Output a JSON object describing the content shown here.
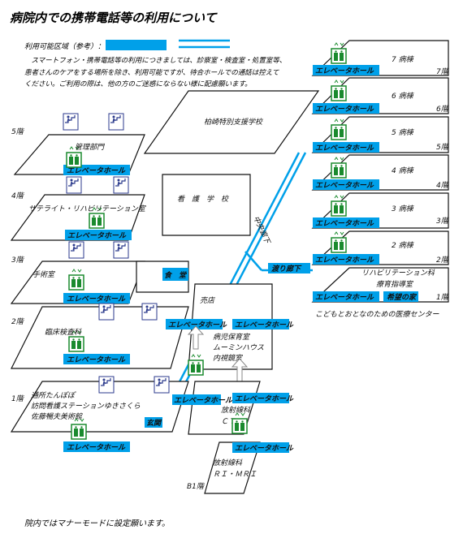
{
  "title": "病院内での携帯電話等の利用について",
  "legend": {
    "label": "利用可能区域（参考）："
  },
  "notice": [
    "　スマートフォン・携帯電話等の利用につきましては、診察室・検査室・処置室等、",
    "患者さんのケアをする場所を除き、利用可能ですが、待合ホールでの通話は控えて",
    "ください。ご利用の際は、他の方のご迷惑にならない様に配慮願います。"
  ],
  "footer": "院内ではマナーモードに設定願います。",
  "colors": {
    "area": "#00a0e9",
    "elevator_icon": "#1a8a2e",
    "stairs_icon": "#2b3a8c"
  },
  "icons": {
    "elevator": "elevator-icon",
    "stairs": "stairs-icon"
  },
  "labels": {
    "elevator_hall": "エレベータホール",
    "stairs": "階段",
    "corridor": "渡り廊下",
    "central_corridor": "中央廊下"
  },
  "left_building": {
    "floors": [
      {
        "floor": "5階",
        "rooms": [
          "管理部門"
        ]
      },
      {
        "floor": "4階",
        "rooms": [
          "サテライト・リハビリテーション室"
        ]
      },
      {
        "floor": "3階",
        "rooms": [
          "手術室"
        ]
      },
      {
        "floor": "2階",
        "rooms": [
          "臨床検査科"
        ]
      },
      {
        "floor": "1階",
        "rooms": [
          "通所たんぽぽ",
          "訪問看護ステーションゆきさくら",
          "佐藤暢夫美術館"
        ]
      }
    ],
    "shop": "売店",
    "cafeteria": "食　堂",
    "entrance": "玄関"
  },
  "center": {
    "school1": "柏崎特別支援学校",
    "school2": "看　護　学　校",
    "floor2_rooms": [
      "病児保育室",
      "ムーミンハウス",
      "内視鏡室"
    ],
    "floor1_rooms": [
      "放射線科",
      "ＣＴ"
    ],
    "b1_rooms": [
      "放射線科",
      "ＲＩ・ＭＲＩ"
    ],
    "b1_floor": "B1階"
  },
  "right_building": {
    "floors": [
      {
        "floor": "7階",
        "ward": "7 病棟"
      },
      {
        "floor": "6階",
        "ward": "6 病棟"
      },
      {
        "floor": "5階",
        "ward": "5 病棟"
      },
      {
        "floor": "4階",
        "ward": "4 病棟"
      },
      {
        "floor": "3階",
        "ward": "3 病棟"
      },
      {
        "floor": "2階",
        "ward": "2 病棟"
      },
      {
        "floor": "1階",
        "ward": ""
      }
    ],
    "floor1_rooms": [
      "リハビリテーション科",
      "療育指導室"
    ],
    "kibou": "希望の家",
    "caption": "こどもとおとなのための医療センター"
  }
}
